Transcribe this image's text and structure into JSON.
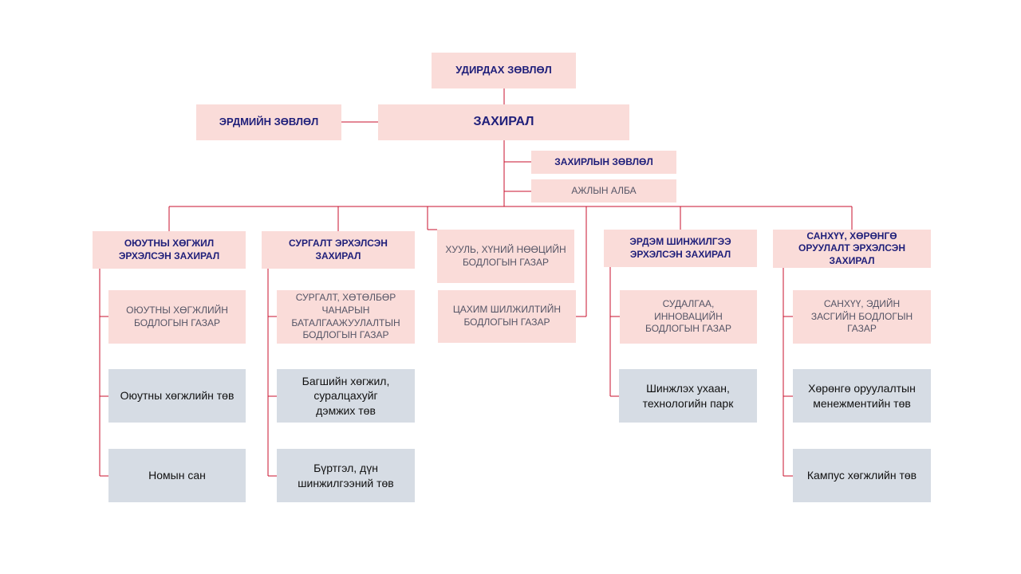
{
  "colors": {
    "line": "#c8102e",
    "pink_box": "#fadcd9",
    "gray_box": "#d6dce4",
    "heading_text": "#1f1f7a"
  },
  "top": {
    "board": "УДИРДАХ ЗӨВЛӨЛ",
    "director": "ЗАХИРАЛ",
    "academic_council": "ЭРДМИЙН ЗӨВЛӨЛ",
    "director_council": "ЗАХИРЛЫН ЗӨВЛӨЛ",
    "staff_office": "АЖЛЫН АЛБА"
  },
  "departments": [
    {
      "head": "ОЮУТНЫ ХӨГЖИЛ\nЭРХЭЛСЭН ЗАХИРАЛ",
      "units": [
        "ОЮУТНЫ ХӨГЖЛИЙН\nБОДЛОГЫН ГАЗАР",
        "Оюутны хөгжлийн төв",
        "Номын сан"
      ]
    },
    {
      "head": "СУРГАЛТ  ЭРХЭЛСЭН\nЗАХИРАЛ",
      "units": [
        "СУРГАЛТ, ХӨТӨЛБӨР\nЧАНАРЫН\nБАТАЛГААЖУУЛАЛТЫН\nБОДЛОГЫН ГАЗАР",
        "Багшийн хөгжил,\nсуралцахуйг\nдэмжих төв",
        "Бүртгэл, дүн\nшинжилгээний төв"
      ]
    },
    {
      "units": [
        "ХУУЛЬ, ХҮНИЙ НӨӨЦИЙН\nБОДЛОГЫН ГАЗАР",
        "ЦАХИМ  ШИЛЖИЛТИЙН\nБОДЛОГЫН ГАЗАР"
      ]
    },
    {
      "head": "ЭРДЭМ ШИНЖИЛГЭЭ\nЭРХЭЛСЭН ЗАХИРАЛ",
      "units": [
        "СУДАЛГАА,\nИННОВАЦИЙН\nБОДЛОГЫН ГАЗАР",
        "Шинжлэх ухаан,\nтехнологийн парк"
      ]
    },
    {
      "head": "САНХҮҮ, ХӨРӨНГӨ\nОРУУЛАЛТ  ЭРХЭЛСЭН\nЗАХИРАЛ",
      "units": [
        "САНХҮҮ, ЭДИЙН\nЗАСГИЙН БОДЛОГЫН\nГАЗАР",
        "Хөрөнгө оруулалтын\nменежментийн төв",
        "Кампус хөгжлийн төв"
      ]
    }
  ]
}
